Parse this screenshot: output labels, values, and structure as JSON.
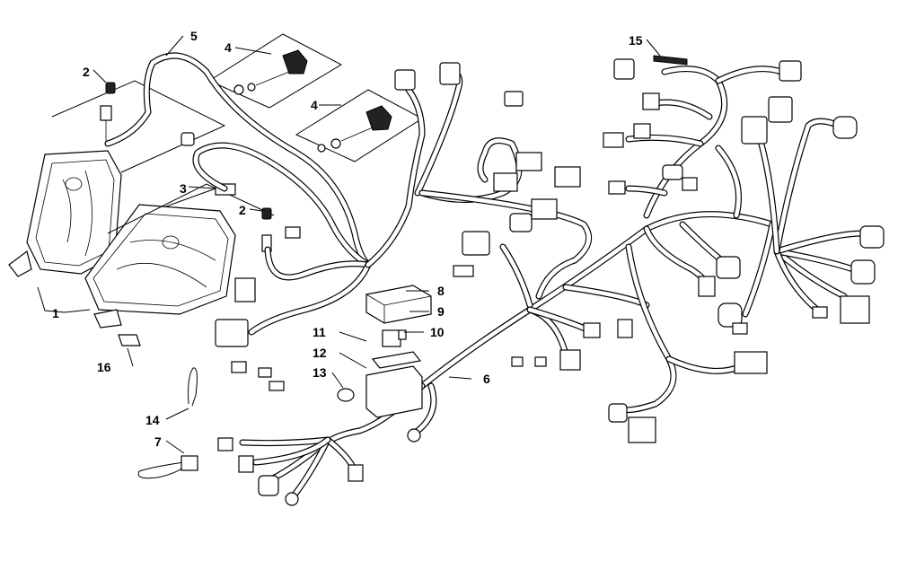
{
  "callouts": [
    {
      "id": "c1",
      "text": "1"
    },
    {
      "id": "c2a",
      "text": "2"
    },
    {
      "id": "c2b",
      "text": "2"
    },
    {
      "id": "c3",
      "text": "3"
    },
    {
      "id": "c4a",
      "text": "4"
    },
    {
      "id": "c4b",
      "text": "4"
    },
    {
      "id": "c5",
      "text": "5"
    },
    {
      "id": "c6",
      "text": "6"
    },
    {
      "id": "c7",
      "text": "7"
    },
    {
      "id": "c8",
      "text": "8"
    },
    {
      "id": "c9",
      "text": "9"
    },
    {
      "id": "c10",
      "text": "10"
    },
    {
      "id": "c11",
      "text": "11"
    },
    {
      "id": "c12",
      "text": "12"
    },
    {
      "id": "c13",
      "text": "13"
    },
    {
      "id": "c14",
      "text": "14"
    },
    {
      "id": "c15",
      "text": "15"
    },
    {
      "id": "c16",
      "text": "16"
    }
  ]
}
